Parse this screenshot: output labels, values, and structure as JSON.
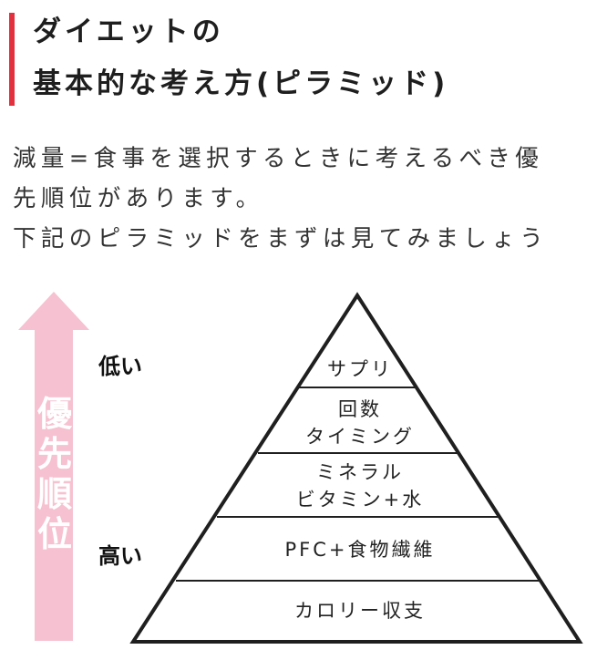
{
  "heading": {
    "line1": "ダイエットの",
    "line2": "基本的な考え方(ピラミッド)",
    "accent_color": "#e2303f"
  },
  "intro": {
    "lines": [
      "減量=食事を選択するときに考えるべき優",
      "先順位があります。",
      "下記のピラミッドをまずは見てみましょう"
    ]
  },
  "arrow": {
    "label_chars": [
      "優",
      "先",
      "順",
      "位"
    ],
    "color": "#f6c1d0",
    "low_label": "低い",
    "high_label": "高い"
  },
  "pyramid": {
    "tiers": [
      {
        "lines": [
          "サプリ"
        ]
      },
      {
        "lines": [
          "回数",
          "タイミング"
        ]
      },
      {
        "lines": [
          "ミネラル",
          "ビタミン+水"
        ]
      },
      {
        "lines": [
          "PFC+食物繊維"
        ]
      },
      {
        "lines": [
          "カロリー収支"
        ]
      }
    ]
  }
}
